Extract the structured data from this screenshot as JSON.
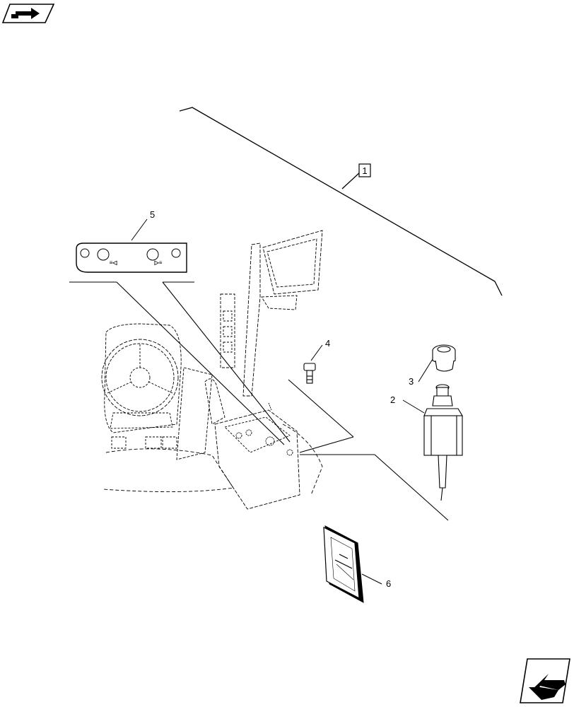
{
  "callouts": {
    "assembly": "1",
    "switch": "2",
    "knob": "3",
    "plug": "4",
    "decal": "5",
    "manual": "6"
  },
  "decal": {
    "left_symbol": "≡◁",
    "right_symbol": "▷≡"
  },
  "icons": {
    "nav_back": "hand-pointer-back-icon",
    "nav_forward": "hand-pointer-forward-icon"
  },
  "colors": {
    "line": "#000000",
    "background": "#ffffff"
  }
}
